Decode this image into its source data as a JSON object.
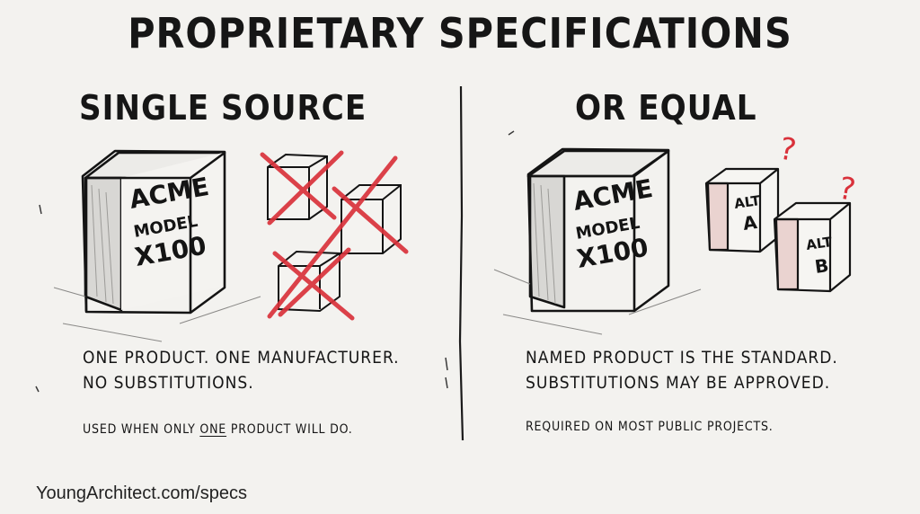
{
  "title": "PROPRIETARY SPECIFICATIONS",
  "left": {
    "heading": "SINGLE SOURCE",
    "box_lines": [
      "ACME",
      "MODEL",
      "X100"
    ],
    "caption_line1": "ONE PRODUCT.  ONE MANUFACTURER.",
    "caption_line2": "NO SUBSTITUTIONS.",
    "note_before": "USED WHEN ONLY ",
    "note_emph": "ONE",
    "note_after": " PRODUCT WILL DO."
  },
  "right": {
    "heading": "OR EQUAL",
    "box_lines": [
      "ACME",
      "MODEL",
      "X100"
    ],
    "alt_a": [
      "ALT",
      "A"
    ],
    "alt_b": [
      "ALT",
      "B"
    ],
    "question_mark": "?",
    "caption_line1": "NAMED PRODUCT IS THE STANDARD.",
    "caption_line2": "SUBSTITUTIONS MAY BE APPROVED.",
    "note": "REQUIRED ON MOST PUBLIC PROJECTS."
  },
  "footer": "YoungArchitect.com/specs",
  "colors": {
    "ink": "#141414",
    "cross_red": "#d9323b",
    "background": "#f3f2ef"
  }
}
